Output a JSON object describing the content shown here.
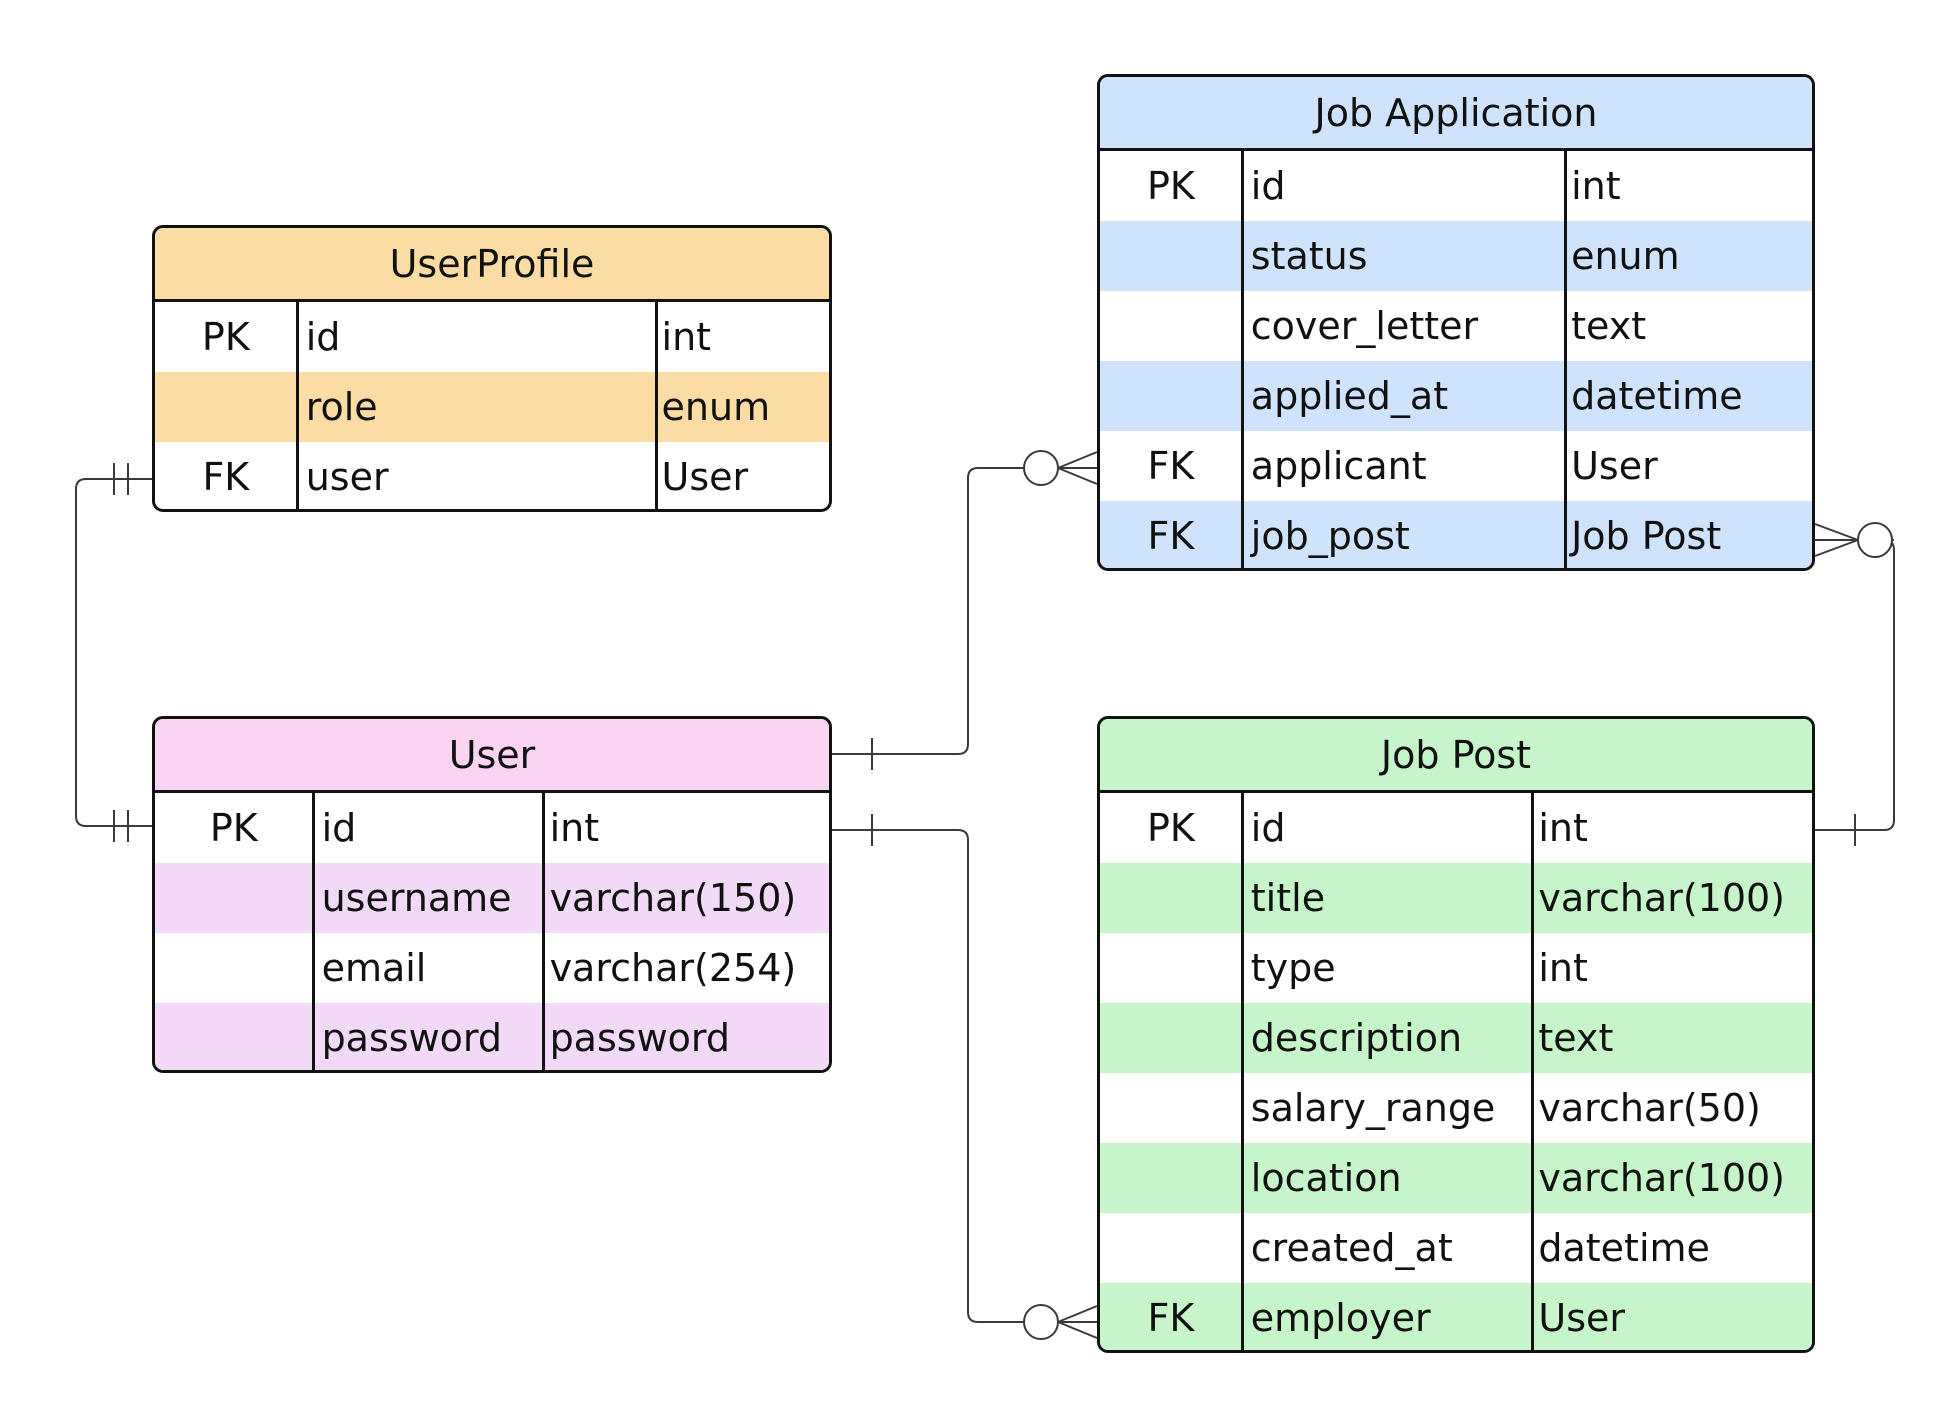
{
  "colors": {
    "border": "#111111",
    "connector": "#3a3a3a",
    "userprofile_header": "#fbdca5",
    "userprofile_stripe": "#fbdca5",
    "user_header": "#fbd3f3",
    "user_stripe": "#f3d9f8",
    "job_application_header": "#cfe3fd",
    "job_application_stripe": "#cfe3fd",
    "job_post_header": "#c5f5c9",
    "job_post_stripe": "#c5f5c9"
  },
  "entities": [
    {
      "id": "userprofile",
      "title": "UserProfile",
      "rows": [
        {
          "key": "PK",
          "name": "id",
          "type": "int"
        },
        {
          "key": "",
          "name": "role",
          "type": "enum"
        },
        {
          "key": "FK",
          "name": "user",
          "type": "User"
        }
      ]
    },
    {
      "id": "user",
      "title": "User",
      "rows": [
        {
          "key": "PK",
          "name": "id",
          "type": "int"
        },
        {
          "key": "",
          "name": "username",
          "type": "varchar(150)"
        },
        {
          "key": "",
          "name": "email",
          "type": "varchar(254)"
        },
        {
          "key": "",
          "name": "password",
          "type": "password"
        }
      ]
    },
    {
      "id": "job_application",
      "title": "Job Application",
      "rows": [
        {
          "key": "PK",
          "name": "id",
          "type": "int"
        },
        {
          "key": "",
          "name": "status",
          "type": "enum"
        },
        {
          "key": "",
          "name": "cover_letter",
          "type": "text"
        },
        {
          "key": "",
          "name": "applied_at",
          "type": "datetime"
        },
        {
          "key": "FK",
          "name": "applicant",
          "type": "User"
        },
        {
          "key": "FK",
          "name": "job_post",
          "type": "Job Post"
        }
      ]
    },
    {
      "id": "job_post",
      "title": "Job Post",
      "rows": [
        {
          "key": "PK",
          "name": "id",
          "type": "int"
        },
        {
          "key": "",
          "name": "title",
          "type": "varchar(100)"
        },
        {
          "key": "",
          "name": "type",
          "type": "int"
        },
        {
          "key": "",
          "name": "description",
          "type": "text"
        },
        {
          "key": "",
          "name": "salary_range",
          "type": "varchar(50)"
        },
        {
          "key": "",
          "name": "location",
          "type": "varchar(100)"
        },
        {
          "key": "",
          "name": "created_at",
          "type": "datetime"
        },
        {
          "key": "FK",
          "name": "employer",
          "type": "User"
        }
      ]
    }
  ],
  "relationships": [
    {
      "from": "userprofile.user",
      "to": "user.id",
      "from_cardinality": "exactly-one",
      "to_cardinality": "exactly-one"
    },
    {
      "from": "user",
      "to": "job_application.applicant",
      "from_cardinality": "one",
      "to_cardinality": "zero-or-many"
    },
    {
      "from": "user.id",
      "to": "job_post.employer",
      "from_cardinality": "one",
      "to_cardinality": "zero-or-many"
    },
    {
      "from": "job_post.id",
      "to": "job_application.job_post",
      "from_cardinality": "one",
      "to_cardinality": "zero-or-many"
    }
  ]
}
